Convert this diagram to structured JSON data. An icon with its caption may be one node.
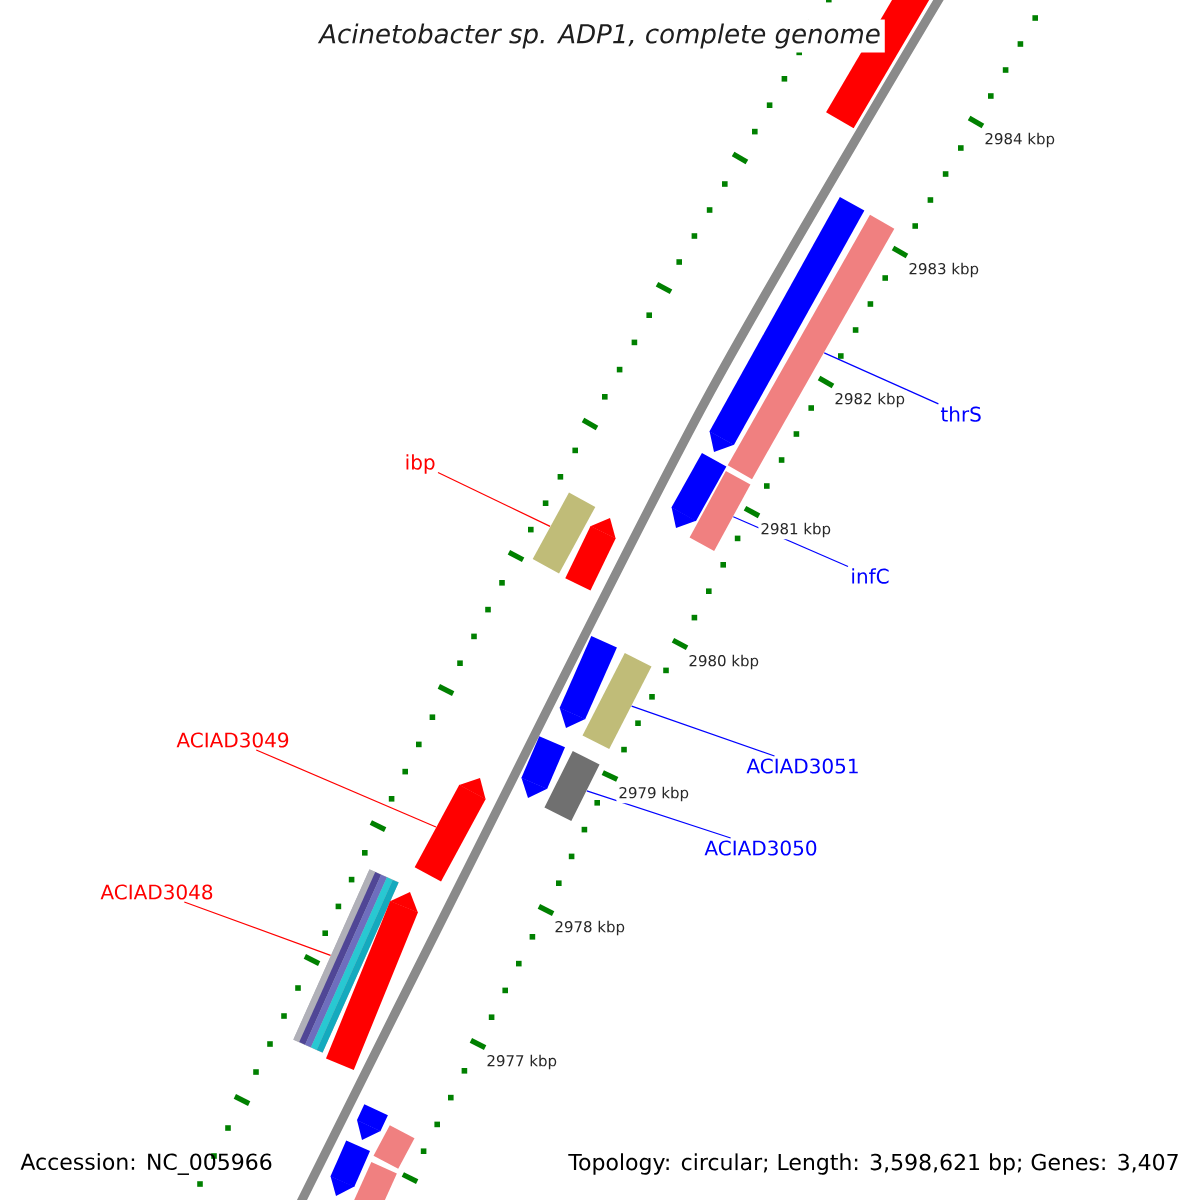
{
  "diagram": {
    "title": "Acinetobacter sp. ADP1, complete genome",
    "nodes": [
      {
        "text": [
          "thrS"
        ]
      },
      {
        "text": [
          "ibp"
        ]
      },
      {
        "text": [
          "infC"
        ]
      },
      {
        "text": [
          "ACIAD3051"
        ]
      },
      {
        "text": [
          "ACIAD3049"
        ]
      },
      {
        "text": [
          "ACIAD3050"
        ]
      },
      {
        "text": [
          "ACIAD3048"
        ]
      },
      {
        "text": [],
        "shape": "bar"
      },
      {
        "text": [],
        "shape": "bar"
      },
      {
        "text": [],
        "shape": "bar"
      },
      {
        "text": [],
        "shape": "bar"
      },
      {
        "text": [],
        "shape": "bar"
      },
      {
        "text": [],
        "shape": "bar"
      },
      {
        "text": [],
        "shape": "bar"
      },
      {
        "text": [],
        "shape": "bar"
      },
      {
        "text": [],
        "shape": "bar"
      },
      {
        "text": [],
        "shape": "bar"
      },
      {
        "text": [],
        "shape": "bar"
      },
      {
        "text": [],
        "shape": "bar"
      },
      {
        "text": [],
        "shape": "bar"
      },
      {
        "text": [],
        "shape": "bar"
      },
      {
        "text": [],
        "shape": "bar"
      },
      {
        "text": [],
        "shape": "bar"
      },
      {
        "text": [],
        "shape": "bar"
      },
      {
        "text": [],
        "shape": "bar"
      }
    ],
    "edges": [
      {
        "from": 0,
        "to": 9,
        "arrow": "none"
      },
      {
        "from": 1,
        "to": 12,
        "arrow": "none",
        "color": "#ff0000"
      },
      {
        "from": 2,
        "to": 11,
        "arrow": "none"
      },
      {
        "from": 3,
        "to": 15,
        "arrow": "none"
      },
      {
        "from": 4,
        "to": 18,
        "arrow": "none",
        "color": "#ff0000"
      },
      {
        "from": 5,
        "to": 17,
        "arrow": "none"
      },
      {
        "from": 6,
        "to": 19,
        "arrow": "none",
        "color": "#ff0000"
      }
    ],
    "labels": [
      "2984 kbp",
      "2983 kbp",
      "2982 kbp",
      "2981 kbp",
      "2980 kbp",
      "2979 kbp",
      "2978 kbp",
      "2977 kbp",
      "Accession: NC_005966",
      "Topology: circular; Length: 3,598,621 bp; Genes: 3,407"
    ]
  }
}
